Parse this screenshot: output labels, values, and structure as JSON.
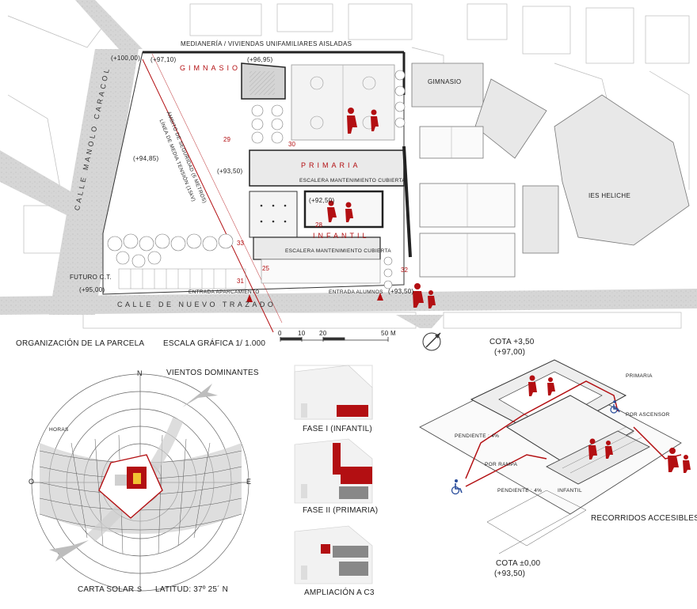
{
  "site_plan": {
    "medianeria": "MEDIANERÍA / VIVIENDAS UNIFAMILIARES AISLADAS",
    "gimnasio": "GIMNASIO",
    "gimnasio_ies": "GIMNASIO",
    "primaria": "PRIMARIA",
    "infantil": "INFANTIL",
    "escalera_1": "ESCALERA MANTENIMIENTO CUBIERTA",
    "escalera_2": "ESCALERA MANTENIMIENTO CUBIERTA",
    "ambito": "ÁMBITO DE SEGURIDAD (6 METROS)",
    "linea": "LÍNEA DE MEDIA TENSIÓN (15kV)",
    "ies": "IES HELICHE",
    "calle_1": "CALLE MANOLO CARACOL",
    "calle_2": "CALLE DE NUEVO TRAZADO",
    "futuro": "FUTURO C.T.",
    "entrada_aparcamiento": "ENTRADA APARCAMIENTO",
    "entrada_alumnos": "ENTRADA ALUMNOS",
    "levels": {
      "l1": "(+100,00)",
      "l2": "(+97,10)",
      "l3": "(+96,95)",
      "l4": "(+94,85)",
      "l5": "(+93,50)",
      "l6": "(+92,50)",
      "l7": "(+95,00)",
      "l8": "(+93,50)"
    },
    "numbers": [
      "29",
      "30",
      "28",
      "33",
      "25",
      "31",
      "32"
    ]
  },
  "scale": {
    "organizacion": "ORGANIZACIÓN DE LA PARCELA",
    "escala": "ESCALA GRÁFICA 1/ 1.000",
    "ticks": [
      "0",
      "10",
      "20",
      "50 M"
    ]
  },
  "solar": {
    "vientos": "VIENTOS DOMINANTES",
    "carta": "CARTA SOLAR",
    "latitud": "LATITUD: 37º 25´ N",
    "n": "N",
    "s": "S",
    "e": "E",
    "o": "O",
    "horas": "HORAS"
  },
  "phases": {
    "fase1": "FASE I (INFANTIL)",
    "fase2": "FASE II (PRIMARIA)",
    "ampliacion": "AMPLIACIÓN A C3"
  },
  "access": {
    "cota_top": "COTA +3,50",
    "cota_top_sub": "(+97,00)",
    "primaria": "PRIMARIA",
    "ascensor": "POR ASCENSOR",
    "pendiente_1": "PENDIENTE : 4%",
    "rampa": "POR RAMPA",
    "pendiente_2": "PENDIENTE : 4%",
    "infantil": "INFANTIL",
    "recorridos": "RECORRIDOS ACCESIBLES",
    "cota_bottom": "COTA ±0,00",
    "cota_bottom_sub": "(+93,50)"
  },
  "colors": {
    "accent": "#b30f12",
    "road": "#cfcfcf",
    "building": "#e8e8e8"
  }
}
